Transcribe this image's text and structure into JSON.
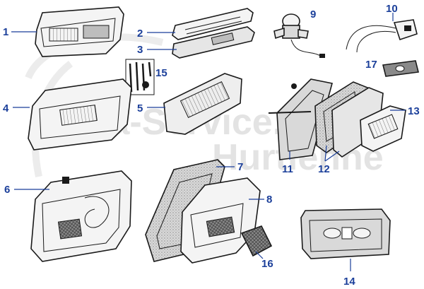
{
  "watermark": {
    "line1": "la-Service.com",
    "line2": "Hurtienne"
  },
  "colors": {
    "callout": "#1b3f9a",
    "ink": "#1a1a1a",
    "lens": "#f4f4f4",
    "shade": "#bdbdbd",
    "gasket": "#cfcfcf"
  },
  "callouts": [
    {
      "id": "1",
      "label": "1"
    },
    {
      "id": "2",
      "label": "2"
    },
    {
      "id": "3",
      "label": "3"
    },
    {
      "id": "4",
      "label": "4"
    },
    {
      "id": "5",
      "label": "5"
    },
    {
      "id": "6",
      "label": "6"
    },
    {
      "id": "7",
      "label": "7"
    },
    {
      "id": "8",
      "label": "8"
    },
    {
      "id": "9",
      "label": "9"
    },
    {
      "id": "10",
      "label": "10"
    },
    {
      "id": "11",
      "label": "11"
    },
    {
      "id": "12",
      "label": "12"
    },
    {
      "id": "13",
      "label": "13"
    },
    {
      "id": "14",
      "label": "14"
    },
    {
      "id": "15",
      "label": "15"
    },
    {
      "id": "16",
      "label": "16"
    },
    {
      "id": "17",
      "label": "17"
    }
  ]
}
